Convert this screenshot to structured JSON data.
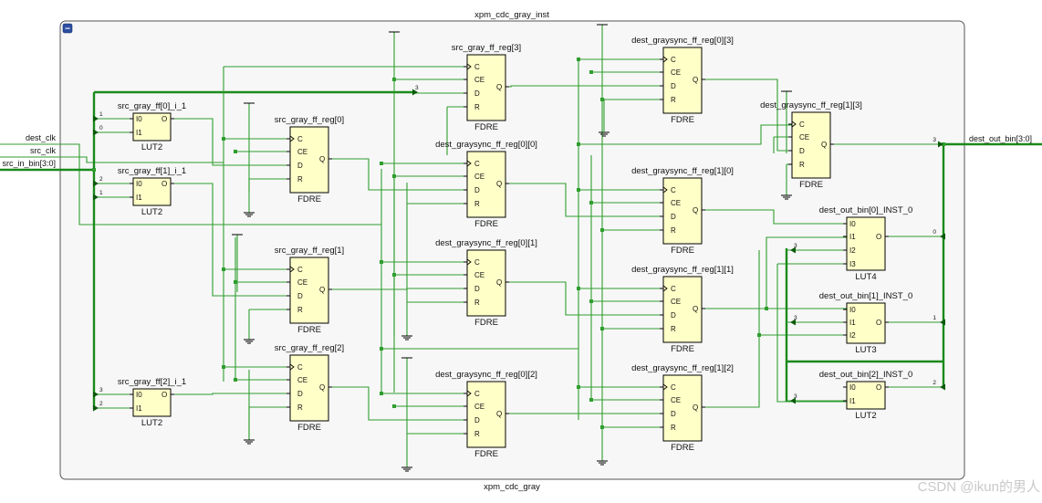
{
  "diagram": {
    "instance_name": "xpm_cdc_gray_inst",
    "module_name": "xpm_cdc_gray",
    "collapse_symbol": "−",
    "ports_in": [
      "dest_clk",
      "src_clk",
      "src_in_bin[3:0]"
    ],
    "port_out": "dest_out_bin[3:0]",
    "watermark": "CSDN @ikun的男人",
    "cells": [
      {
        "id": "lut0",
        "name": "src_gray_ff[0]_i_1",
        "type": "LUT2",
        "pins": [
          "I0",
          "I1"
        ],
        "out": "O"
      },
      {
        "id": "lut1",
        "name": "src_gray_ff[1]_i_1",
        "type": "LUT2",
        "pins": [
          "I0",
          "I1"
        ],
        "out": "O"
      },
      {
        "id": "lut2",
        "name": "src_gray_ff[2]_i_1",
        "type": "LUT2",
        "pins": [
          "I0",
          "I1"
        ],
        "out": "O"
      },
      {
        "id": "sg0",
        "name": "src_gray_ff_reg[0]",
        "type": "FDRE",
        "pins": [
          "C",
          "CE",
          "D",
          "R"
        ],
        "out": "Q"
      },
      {
        "id": "sg1",
        "name": "src_gray_ff_reg[1]",
        "type": "FDRE",
        "pins": [
          "C",
          "CE",
          "D",
          "R"
        ],
        "out": "Q"
      },
      {
        "id": "sg2",
        "name": "src_gray_ff_reg[2]",
        "type": "FDRE",
        "pins": [
          "C",
          "CE",
          "D",
          "R"
        ],
        "out": "Q"
      },
      {
        "id": "sg3",
        "name": "src_gray_ff_reg[3]",
        "type": "FDRE",
        "pins": [
          "C",
          "CE",
          "D",
          "R"
        ],
        "out": "Q"
      },
      {
        "id": "d00",
        "name": "dest_graysync_ff_reg[0][0]",
        "type": "FDRE",
        "pins": [
          "C",
          "CE",
          "D",
          "R"
        ],
        "out": "Q"
      },
      {
        "id": "d01",
        "name": "dest_graysync_ff_reg[0][1]",
        "type": "FDRE",
        "pins": [
          "C",
          "CE",
          "D",
          "R"
        ],
        "out": "Q"
      },
      {
        "id": "d02",
        "name": "dest_graysync_ff_reg[0][2]",
        "type": "FDRE",
        "pins": [
          "C",
          "CE",
          "D",
          "R"
        ],
        "out": "Q"
      },
      {
        "id": "d03",
        "name": "dest_graysync_ff_reg[0][3]",
        "type": "FDRE",
        "pins": [
          "C",
          "CE",
          "D",
          "R"
        ],
        "out": "Q"
      },
      {
        "id": "d10",
        "name": "dest_graysync_ff_reg[1][0]",
        "type": "FDRE",
        "pins": [
          "C",
          "CE",
          "D",
          "R"
        ],
        "out": "Q"
      },
      {
        "id": "d11",
        "name": "dest_graysync_ff_reg[1][1]",
        "type": "FDRE",
        "pins": [
          "C",
          "CE",
          "D",
          "R"
        ],
        "out": "Q"
      },
      {
        "id": "d12",
        "name": "dest_graysync_ff_reg[1][2]",
        "type": "FDRE",
        "pins": [
          "C",
          "CE",
          "D",
          "R"
        ],
        "out": "Q"
      },
      {
        "id": "d13",
        "name": "dest_graysync_ff_reg[1][3]",
        "type": "FDRE",
        "pins": [
          "C",
          "CE",
          "D",
          "R"
        ],
        "out": "Q"
      },
      {
        "id": "ob0",
        "name": "dest_out_bin[0]_INST_0",
        "type": "LUT4",
        "pins": [
          "I0",
          "I1",
          "I2",
          "I3"
        ],
        "out": "O"
      },
      {
        "id": "ob1",
        "name": "dest_out_bin[1]_INST_0",
        "type": "LUT3",
        "pins": [
          "I0",
          "I1",
          "I2"
        ],
        "out": "O"
      },
      {
        "id": "ob2",
        "name": "dest_out_bin[2]_INST_0",
        "type": "LUT2",
        "pins": [
          "I0",
          "I1"
        ],
        "out": "O"
      }
    ],
    "bus_index_labels": [
      {
        "cell": "lut0",
        "pin": 0,
        "text": "1"
      },
      {
        "cell": "lut0",
        "pin": 1,
        "text": "0"
      },
      {
        "cell": "lut1",
        "pin": 0,
        "text": "2"
      },
      {
        "cell": "lut1",
        "pin": 1,
        "text": "1"
      },
      {
        "cell": "lut2",
        "pin": 0,
        "text": "3"
      },
      {
        "cell": "lut2",
        "pin": 1,
        "text": "2"
      },
      {
        "cell": "sg3",
        "pin": 2,
        "text": "3"
      },
      {
        "cell": "ob0",
        "pin": 2,
        "text": "3"
      },
      {
        "cell": "ob1",
        "pin": 1,
        "text": "3"
      },
      {
        "cell": "ob2",
        "pin": 1,
        "text": "3"
      }
    ],
    "out_bus_labels": [
      "0",
      "1",
      "2",
      "3"
    ]
  }
}
